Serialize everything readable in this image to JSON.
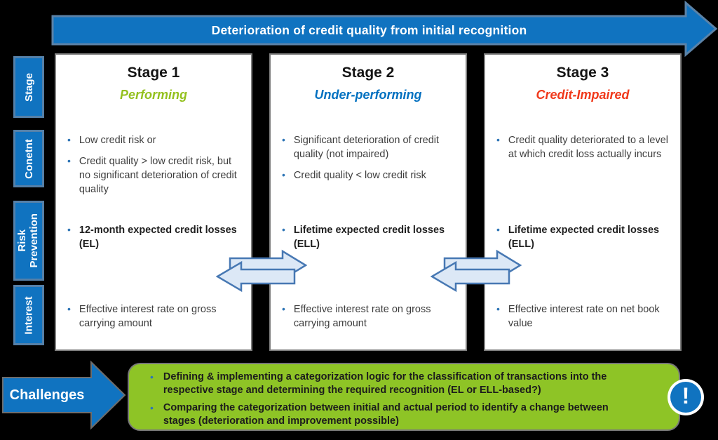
{
  "colors": {
    "primary_blue": "#1073C0",
    "box_border_blue_gray": "#5580A8",
    "transition_arrow_fill": "#DCE8F6",
    "transition_arrow_stroke": "#4778B3",
    "green_box": "#8EC426",
    "performing_green": "#94C11F",
    "underperforming_blue": "#0070C0",
    "credit_impaired_red": "#F0381A",
    "bullet_blue": "#2E75B6"
  },
  "banner": {
    "label": "Deterioration of credit quality from initial recognition"
  },
  "row_labels": {
    "stage": "Stage",
    "content": "Conetnt",
    "risk": "Risk Prevention",
    "interest": "Interest"
  },
  "columns": [
    {
      "title": "Stage 1",
      "subtitle": "Performing",
      "content_bullets": [
        "Low credit risk or",
        "Credit quality > low credit risk, but no significant deterioration of credit quality"
      ],
      "risk_bullet": "12-month expected credit losses (EL)",
      "interest_bullet": "Effective interest rate on gross carrying amount"
    },
    {
      "title": "Stage 2",
      "subtitle": "Under-performing",
      "content_bullets": [
        "Significant deterioration of credit quality (not impaired)",
        "Credit quality < low credit risk"
      ],
      "risk_bullet": "Lifetime expected credit losses (ELL)",
      "interest_bullet": "Effective interest rate on gross carrying amount"
    },
    {
      "title": "Stage 3",
      "subtitle": "Credit-Impaired",
      "content_bullets": [
        "Credit quality deteriorated to a level at which credit loss actually incurs"
      ],
      "risk_bullet": "Lifetime expected credit losses (ELL)",
      "interest_bullet": "Effective interest rate on net book value"
    }
  ],
  "challenges": {
    "label": "Challenges",
    "bullets": [
      "Defining & implementing a categorization logic for the classification of transactions into the respective stage and determining the required recognition (EL or ELL-based?)",
      "Comparing the categorization between initial and actual period to identify a change between stages (deterioration and improvement possible)"
    ]
  },
  "warning_icon": {
    "glyph": "!"
  }
}
